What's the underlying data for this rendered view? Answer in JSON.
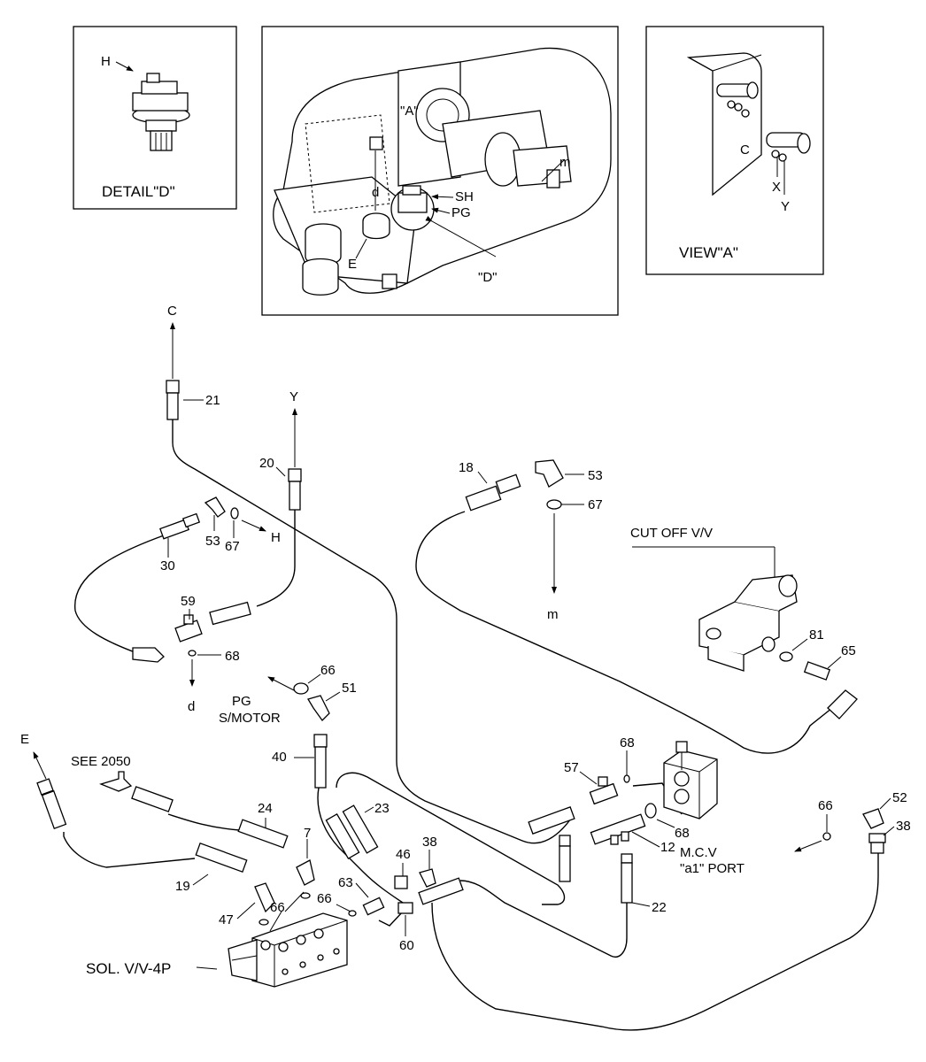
{
  "insets": {
    "detail_d": {
      "caption": "DETAIL\"D\"",
      "arrow_label": "H"
    },
    "main_view": {
      "labels": {
        "a": "\"A\"",
        "d": "d",
        "sh": "SH",
        "pg": "PG",
        "e": "E",
        "d_view": "\"D\"",
        "m": "m"
      }
    },
    "view_a": {
      "caption": "VIEW\"A\"",
      "labels": {
        "c": "C",
        "x": "X",
        "y": "Y"
      }
    }
  },
  "destinations": {
    "c": "C",
    "y": "Y",
    "h": "H",
    "d": "d",
    "e": "E",
    "m": "m"
  },
  "notes": {
    "pg_smotor_1": "PG",
    "pg_smotor_2": "S/MOTOR",
    "see": "SEE 2050",
    "cut_off": "CUT OFF V/V",
    "mcv_1": "M.C.V",
    "mcv_2": "\"a1\" PORT",
    "sol": "SOL. V/V-4P"
  },
  "part_numbers": {
    "p21": "21",
    "p20": "20",
    "p30": "30",
    "p53a": "53",
    "p67a": "67",
    "p59": "59",
    "p68a": "68",
    "p18": "18",
    "p53b": "53",
    "p67b": "67",
    "p81": "81",
    "p65": "65",
    "p66a": "66",
    "p51": "51",
    "p40": "40",
    "p24": "24",
    "p7": "7",
    "p23": "23",
    "p19": "19",
    "p66b": "66",
    "p47": "47",
    "p66c": "66",
    "p63": "63",
    "p46": "46",
    "p38a": "38",
    "p60": "60",
    "p57": "57",
    "p68b": "68",
    "p68c": "68",
    "p12": "12",
    "p22": "22",
    "p66d": "66",
    "p52": "52",
    "p38b": "38"
  }
}
